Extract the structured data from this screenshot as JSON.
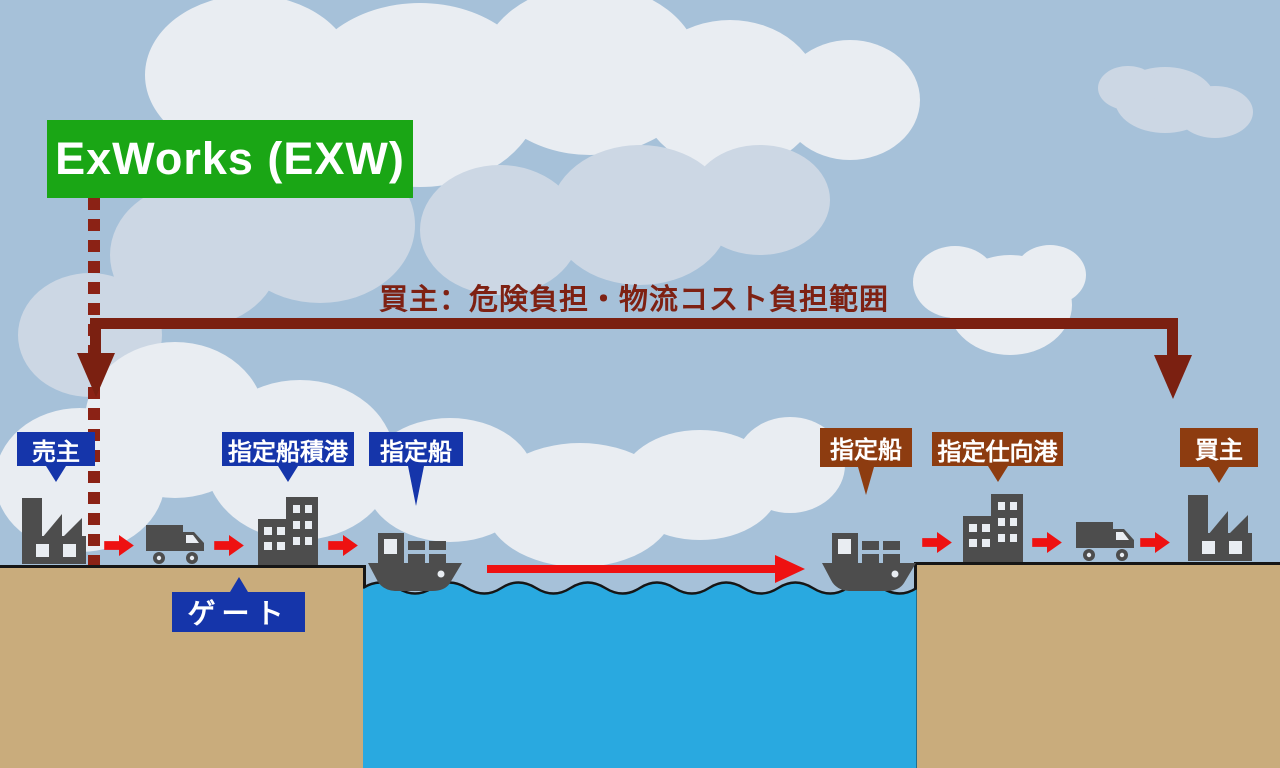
{
  "banner": {
    "label": "ExWorks (EXW)",
    "bg_color": "#1aa615"
  },
  "burden": {
    "label": "買主：危険負担・物流コスト負担範囲",
    "color": "#7b2011",
    "range": "from seller premises to buyer premises"
  },
  "callouts": {
    "seller": "売主",
    "loading_port": "指定船積港",
    "vessel_left": "指定船",
    "gate": "ゲート",
    "vessel_right": "指定船",
    "destination_port": "指定仕向港",
    "buyer": "買主"
  },
  "icons": [
    "factory-icon",
    "truck-icon",
    "port-building-icon",
    "ship-icon",
    "ship-icon",
    "port-building-icon",
    "truck-icon",
    "factory-icon"
  ],
  "colors": {
    "callout_blue": "#1535aa",
    "callout_brown": "#8d3c10",
    "arrow_red": "#ee1111",
    "sky": "#a6c1d9",
    "cloud_light": "#e9edf2",
    "cloud_shaded": "#ccd7e4",
    "land": "#c9ac7c",
    "water": "#29a9e0",
    "icon_gray": "#4d4d4d"
  }
}
